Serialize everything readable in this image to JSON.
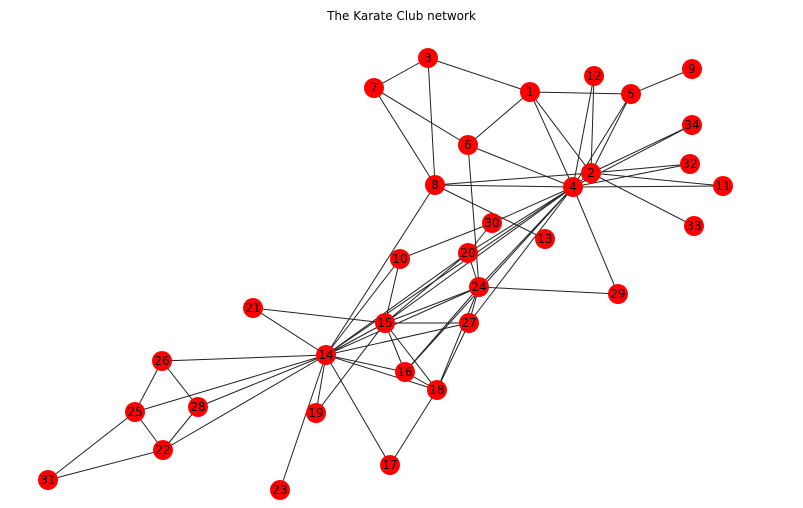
{
  "title": "The Karate Club network",
  "colors": {
    "node": "#ff0000",
    "edge": "#222222",
    "label": "#000000"
  },
  "nodes": [
    "1",
    "2",
    "3",
    "4",
    "5",
    "6",
    "7",
    "8",
    "9",
    "10",
    "11",
    "12",
    "13",
    "14",
    "15",
    "16",
    "17",
    "18",
    "19",
    "20",
    "21",
    "22",
    "23",
    "24",
    "25",
    "26",
    "27",
    "28",
    "29",
    "30",
    "31",
    "32",
    "33",
    "34"
  ],
  "edges": [
    [
      "1",
      "3"
    ],
    [
      "1",
      "5"
    ],
    [
      "1",
      "6"
    ],
    [
      "1",
      "4"
    ],
    [
      "1",
      "2"
    ],
    [
      "3",
      "7"
    ],
    [
      "3",
      "8"
    ],
    [
      "7",
      "8"
    ],
    [
      "7",
      "6"
    ],
    [
      "6",
      "4"
    ],
    [
      "6",
      "24"
    ],
    [
      "12",
      "2"
    ],
    [
      "12",
      "4"
    ],
    [
      "5",
      "9"
    ],
    [
      "5",
      "4"
    ],
    [
      "5",
      "2"
    ],
    [
      "2",
      "34"
    ],
    [
      "2",
      "32"
    ],
    [
      "2",
      "11"
    ],
    [
      "2",
      "33"
    ],
    [
      "2",
      "8"
    ],
    [
      "2",
      "4"
    ],
    [
      "4",
      "34"
    ],
    [
      "4",
      "32"
    ],
    [
      "4",
      "11"
    ],
    [
      "4",
      "29"
    ],
    [
      "4",
      "30"
    ],
    [
      "4",
      "20"
    ],
    [
      "4",
      "24"
    ],
    [
      "4",
      "15"
    ],
    [
      "4",
      "14"
    ],
    [
      "4",
      "16"
    ],
    [
      "4",
      "27"
    ],
    [
      "8",
      "4"
    ],
    [
      "8",
      "13"
    ],
    [
      "8",
      "14"
    ],
    [
      "10",
      "30"
    ],
    [
      "10",
      "14"
    ],
    [
      "10",
      "15"
    ],
    [
      "30",
      "20"
    ],
    [
      "20",
      "24"
    ],
    [
      "20",
      "14"
    ],
    [
      "20",
      "15"
    ],
    [
      "24",
      "29"
    ],
    [
      "24",
      "15"
    ],
    [
      "24",
      "14"
    ],
    [
      "24",
      "16"
    ],
    [
      "24",
      "18"
    ],
    [
      "24",
      "27"
    ],
    [
      "21",
      "15"
    ],
    [
      "21",
      "14"
    ],
    [
      "15",
      "27"
    ],
    [
      "15",
      "14"
    ],
    [
      "15",
      "16"
    ],
    [
      "15",
      "18"
    ],
    [
      "15",
      "19"
    ],
    [
      "27",
      "14"
    ],
    [
      "27",
      "18"
    ],
    [
      "14",
      "26"
    ],
    [
      "14",
      "25"
    ],
    [
      "14",
      "28"
    ],
    [
      "14",
      "22"
    ],
    [
      "14",
      "19"
    ],
    [
      "14",
      "23"
    ],
    [
      "14",
      "17"
    ],
    [
      "14",
      "16"
    ],
    [
      "14",
      "18"
    ],
    [
      "18",
      "17"
    ],
    [
      "16",
      "18"
    ],
    [
      "26",
      "25"
    ],
    [
      "26",
      "28"
    ],
    [
      "25",
      "22"
    ],
    [
      "25",
      "31"
    ],
    [
      "28",
      "22"
    ],
    [
      "22",
      "31"
    ]
  ]
}
